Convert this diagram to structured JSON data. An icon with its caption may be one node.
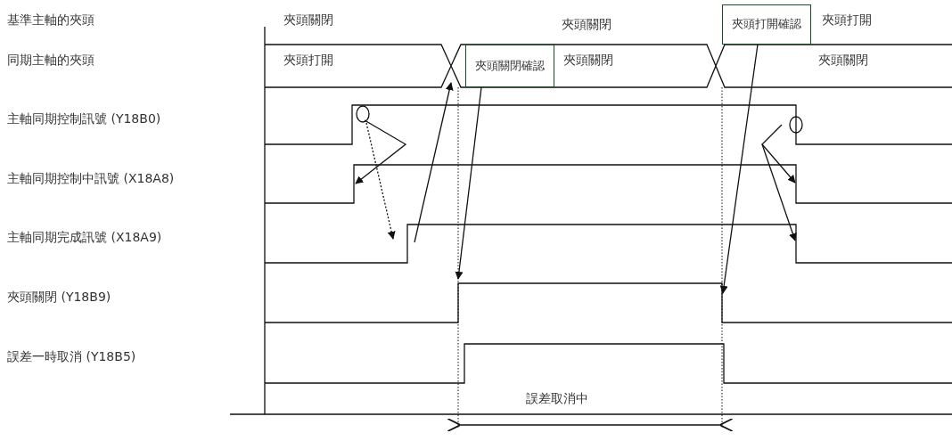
{
  "diagram": {
    "nodes": [
      {
        "text": [
          "夾頭關閉確認"
        ]
      },
      {
        "text": [
          "夾頭打開確認"
        ]
      }
    ],
    "edges": [
      {
        "from": 0,
        "to": null,
        "arrow": "to"
      },
      {
        "from": 1,
        "to": null,
        "arrow": "to"
      }
    ],
    "labels": [
      "基準主軸的夾頭",
      "夾頭關閉",
      "夾頭關閉",
      "夾頭打開",
      "同期主軸的夾頭",
      "夾頭打開",
      "夾頭關閉",
      "夾頭關閉",
      "主軸同期控制訊號 (Y18B0)",
      "主軸同期控制中訊號 (X18A8)",
      "主軸同期完成訊號 (X18A9)",
      "夾頭關閉 (Y18B9)",
      "誤差一時取消 (Y18B5)",
      "誤差取消中"
    ]
  }
}
